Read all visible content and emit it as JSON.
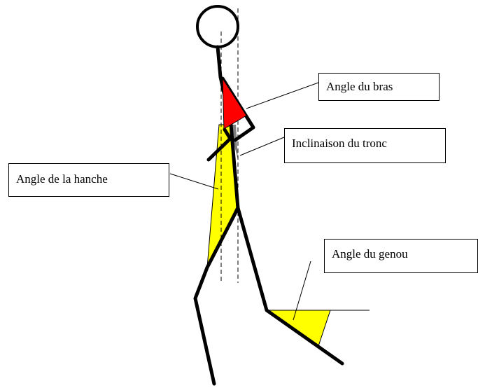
{
  "labels": {
    "arm_angle": "Angle du bras",
    "trunk_inclination": "Inclinaison du tronc",
    "hip_angle": "Angle de la hanche",
    "knee_angle": "Angle du genou"
  },
  "colors": {
    "stroke": "#000000",
    "arm_fill": "#ff0000",
    "joint_fill": "#ffff00",
    "trunk_fill": "#7f7f7f",
    "background": "#ffffff"
  }
}
